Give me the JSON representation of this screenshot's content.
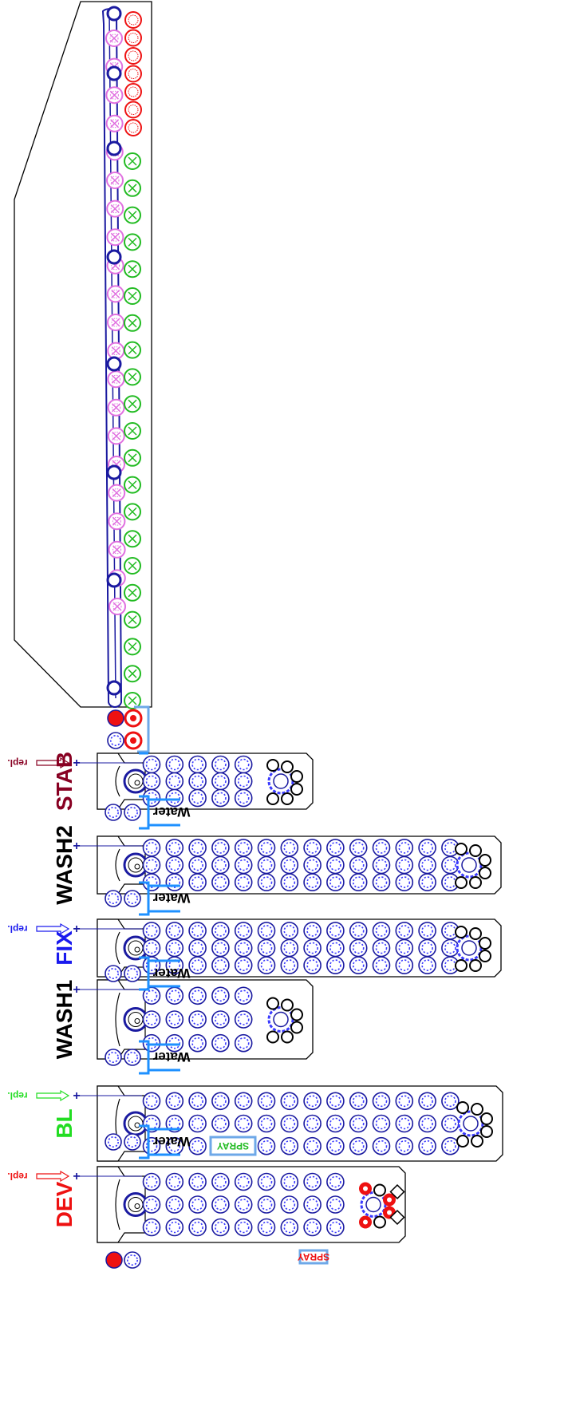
{
  "colors": {
    "outline": "#000000",
    "roller_blue": "#1a1aa0",
    "roller_dash": "#3a3aff",
    "light_blue": "#6ea8e8",
    "pipe_blue": "#1e90ff",
    "pink": "#e070e0",
    "green": "#22bb22",
    "red": "#ee1111",
    "dark_red": "#880022"
  },
  "stages": [
    {
      "key": "dev",
      "label": "DEV",
      "color": "#ee1111",
      "repl_label": "repl.",
      "has_spray": true,
      "spray_label": "SPRAY"
    },
    {
      "key": "bl",
      "label": "BL",
      "color": "#22dd22",
      "repl_label": "repl.",
      "has_spray": true,
      "spray_label": "SPRAY"
    },
    {
      "key": "wash1",
      "label": "WASH1",
      "color": "#000000",
      "repl_label": "",
      "has_spray": false,
      "spray_label": ""
    },
    {
      "key": "fix",
      "label": "FIX",
      "color": "#1a1aee",
      "repl_label": "repl.",
      "has_spray": false,
      "spray_label": ""
    },
    {
      "key": "wash2",
      "label": "WASH2",
      "color": "#000000",
      "repl_label": "",
      "has_spray": false,
      "spray_label": ""
    },
    {
      "key": "stab",
      "label": "STAB",
      "color": "#880022",
      "repl_label": "repl.",
      "has_spray": false,
      "spray_label": ""
    }
  ],
  "water_label": "Water",
  "water_count": 5,
  "dryer": {
    "pink_rollers": 21,
    "green_rollers": 21,
    "red_rings": 7
  }
}
